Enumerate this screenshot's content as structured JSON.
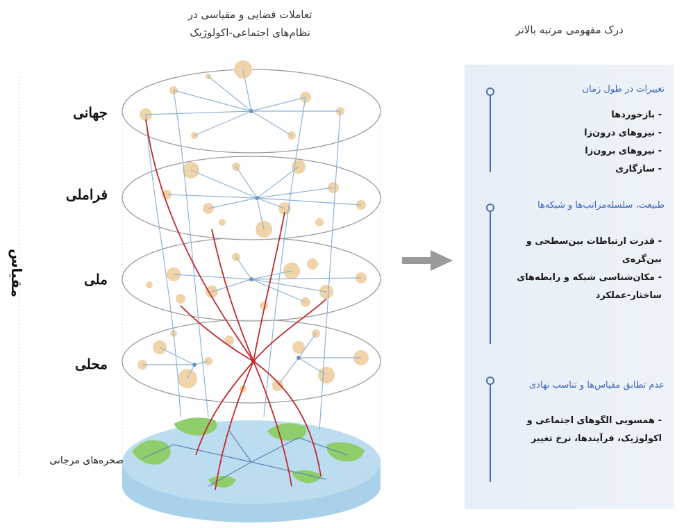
{
  "header": {
    "left_title_line1": "تعاملات فضایی و مقیاسی در",
    "left_title_line2": "نظام‌های اجتماعی-اکولوژیک",
    "right_title": "درک مفهومی مرتبه بالاتر"
  },
  "axis": {
    "label": "مقیاس"
  },
  "levels": [
    {
      "label": "جهانی"
    },
    {
      "label": "فراملی"
    },
    {
      "label": "ملی"
    },
    {
      "label": "محلی"
    }
  ],
  "base": {
    "label": "صخره‌های مرجانی"
  },
  "panel": {
    "sections": [
      {
        "title": "تغییرات در طول زمان",
        "items": [
          "- بازخوردها",
          "- نیروهای درون‌زا",
          "- نیروهای برون‌زا",
          "- سازگاری"
        ]
      },
      {
        "title": "طبیعت، سلسله‌مراتب‌ها و شبکه‌ها",
        "items": [
          "- قدرت ارتباطات بین‌سطحی و",
          "بین‌گره‌ی",
          "- مکان‌شناسی شبکه و رابطه‌های",
          "ساختار-عملکرد"
        ]
      },
      {
        "title": "عدم تطابق مقیاس‌ها و تناسب نهادی",
        "items": [
          "- همسویی الگوهای اجتماعی و",
          "اکولوژیک، فرآیندها، نرخ تغییر"
        ]
      }
    ]
  },
  "colors": {
    "disc_outline": "#9a9a9a",
    "node_fill": "#f0d3a8",
    "blue_link": "#8fb3d4",
    "red_link": "#c0282c",
    "base_blue": "#bcdcef",
    "base_green": "#8fce6a",
    "arrow": "#9a9a9a",
    "panel_line": "#4a6fa5",
    "section_title": "#3e63b8"
  },
  "icons": {
    "arrow": "right-arrow-icon"
  }
}
